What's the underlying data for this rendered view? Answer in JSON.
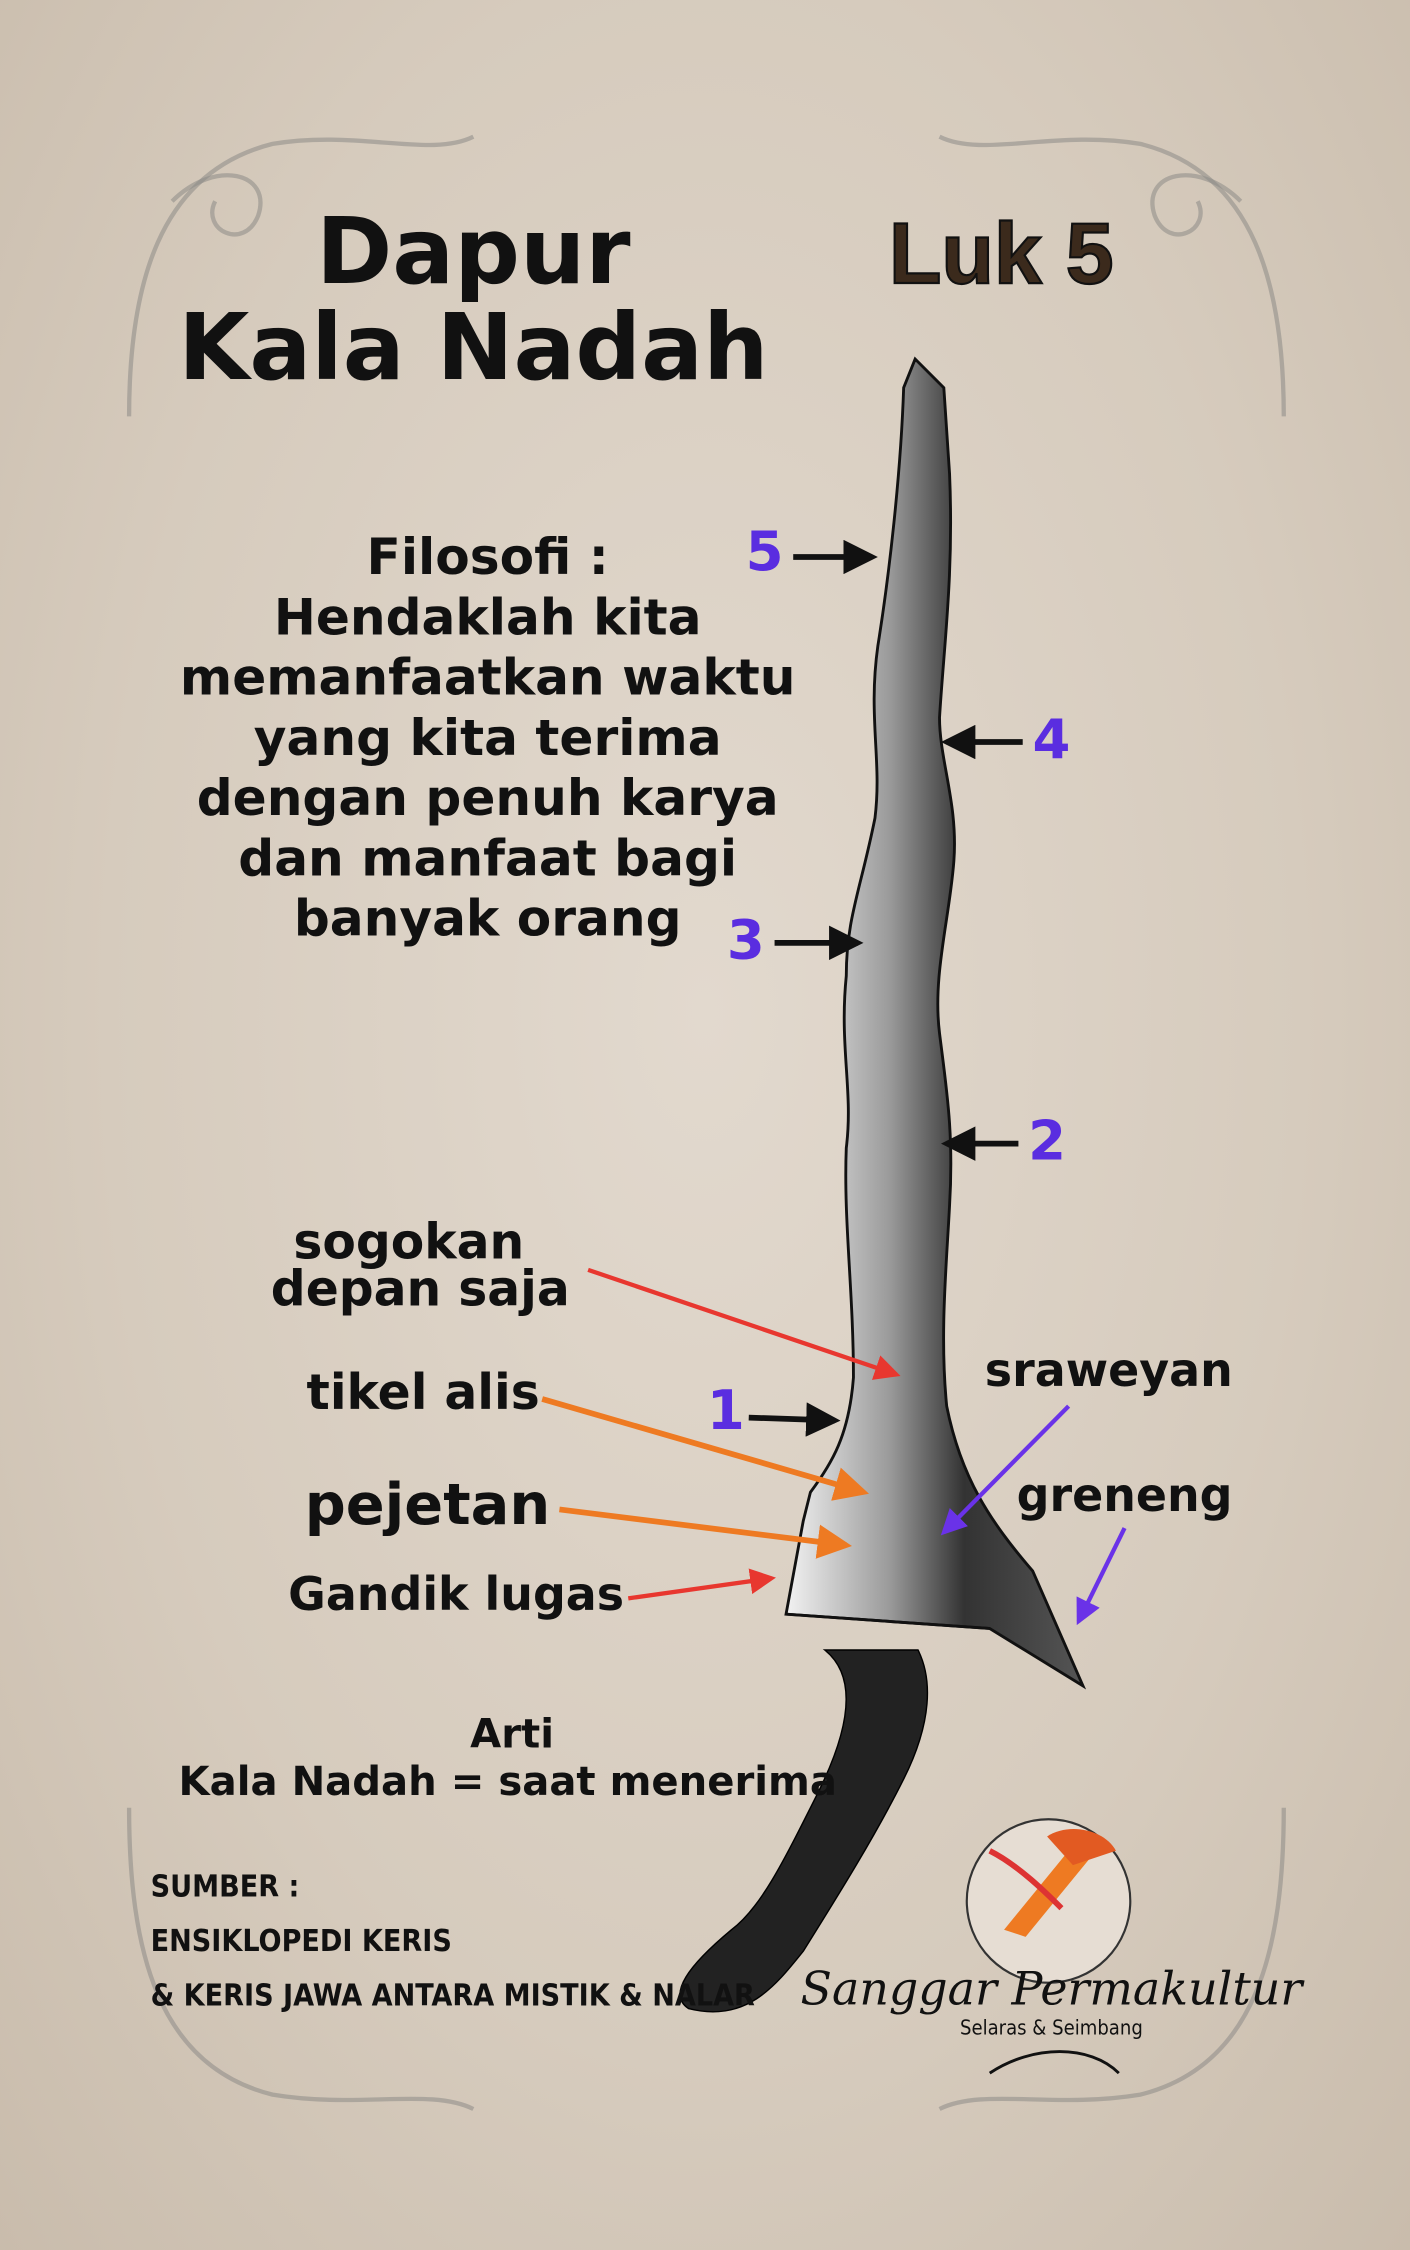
{
  "title": {
    "line1": "Dapur",
    "line2": "Kala Nadah"
  },
  "luk": "Luk 5",
  "filosofi": {
    "lines": [
      "Filosofi :",
      "Hendaklah kita",
      "memanfaatkan waktu",
      "yang kita terima",
      "dengan penuh karya",
      "dan manfaat bagi",
      "banyak orang"
    ]
  },
  "luk_markers": [
    "1",
    "2",
    "3",
    "4",
    "5"
  ],
  "parts": {
    "sogokan": [
      "sogokan",
      "depan saja"
    ],
    "tikel_alis": "tikel alis",
    "pejetan": "pejetan",
    "gandik": "Gandik lugas",
    "sraweyan": "sraweyan",
    "greneng": "greneng"
  },
  "arti": {
    "heading": "Arti",
    "text": "Kala Nadah = saat menerima"
  },
  "sumber": {
    "label": "SUMBER :",
    "lines": [
      "ENSIKLOPEDI KERIS",
      "& KERIS JAWA ANTARA MISTIK & NALAR"
    ]
  },
  "logo": {
    "name": "Sanggar Permakultur",
    "tagline": "Selaras & Seimbang"
  },
  "colors": {
    "marker_number": "#5a2de0",
    "red_arrow": "#e8372f",
    "orange_arrow": "#ee7a22",
    "purple_arrow": "#6a32e8",
    "luk_text": "#3b2a1c"
  }
}
